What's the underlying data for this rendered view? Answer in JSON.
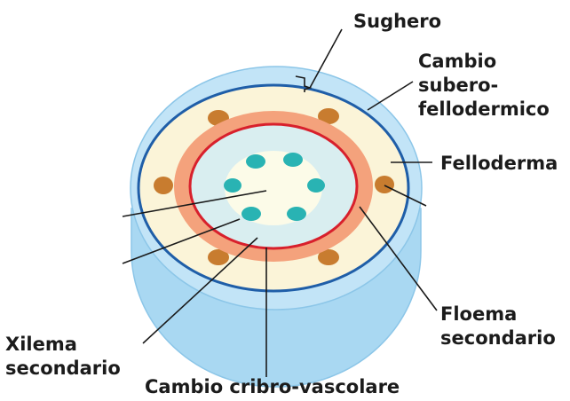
{
  "diagram": {
    "labels": {
      "sughero": "Sughero",
      "cambio_subero_fellodermico": [
        "Cambio",
        "subero-",
        "fellodermico"
      ],
      "felloderma": "Felloderma",
      "floema_secondario": [
        "Floema",
        "secondario"
      ],
      "xilema_secondario": [
        "Xilema",
        "secondario"
      ],
      "cambio_cribro_vascolare": "Cambio cribro-vascolare"
    },
    "colors": {
      "outer_disc": "#bfe3f6",
      "outer_disc_side": "#a7d7f2",
      "felloderma_ring": "#fbf4d8",
      "floema_ring": "#f4a27c",
      "cambio_cribro_ring": "#d8202c",
      "xilema_core": "#d9eef0",
      "pith": "#fcfbe8",
      "vascular_bundles": "#29b3b3",
      "phloem_wedges": "#c87c2f",
      "suberophellodermic_line": "#1f5ea8",
      "leader_lines": "#1a1a1a"
    }
  }
}
